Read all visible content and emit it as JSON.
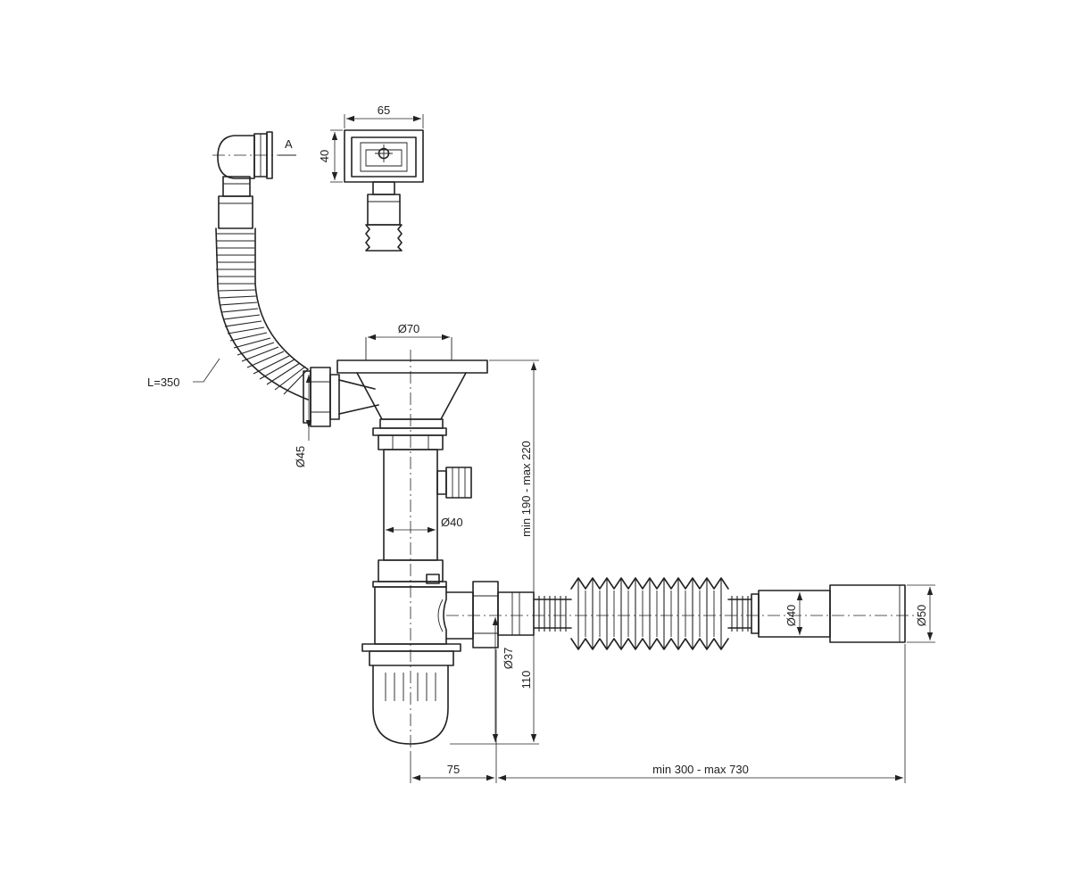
{
  "dimensions": {
    "overflow_width": "65",
    "overflow_height": "40",
    "section_marker": "A",
    "hose_length": "L=350",
    "bowl_diameter": "Ø70",
    "overflow_diameter": "Ø45",
    "tube_diameter": "Ø40",
    "height_range": "min 190 - max 220",
    "outlet_diameter": "Ø37",
    "trap_height": "110",
    "pipe_diameter": "Ø40",
    "socket_diameter": "Ø50",
    "offset": "75",
    "length_range": "min 300 - max 730"
  }
}
